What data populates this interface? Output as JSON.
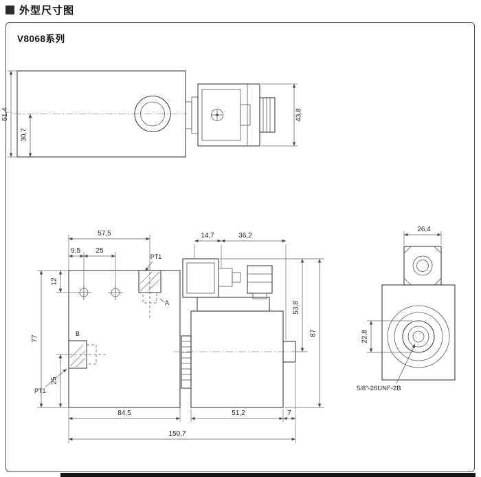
{
  "page": {
    "header": "外型尺寸图",
    "series_title": "V8068系列"
  },
  "colors": {
    "line": "#3d3d3d",
    "dim": "#5f5f5f",
    "text": "#1f1f1f",
    "bottom_bar": "#161616"
  },
  "top_view": {
    "dim_total_height": "61,4",
    "dim_center_to_bottom": "30,7",
    "dim_solenoid_width": "43,8"
  },
  "front_view": {
    "dim_port_a_offset": "57,5",
    "dim_hole_edge": "9,5",
    "dim_hole_spacing": "25",
    "dim_hole_top": "12",
    "dim_block_height": "77",
    "dim_port_b_bottom": "25",
    "dim_block_length": "84,5",
    "dim_total_length": "150,7",
    "label_pt1_top": "PT1",
    "label_port_a": "A",
    "label_port_b": "B",
    "label_pt1_bottom": "PT1"
  },
  "side_view": {
    "dim_connector_offset": "14,7",
    "dim_connector_width": "36,2",
    "dim_coil_height": "53,8",
    "dim_total_height": "87",
    "dim_coil_length": "51,2",
    "dim_end_stub": "7"
  },
  "end_view": {
    "dim_nut_width": "26,4",
    "dim_bore_dia": "22,8",
    "label_thread": "5/8\"-26UNF-2B"
  }
}
